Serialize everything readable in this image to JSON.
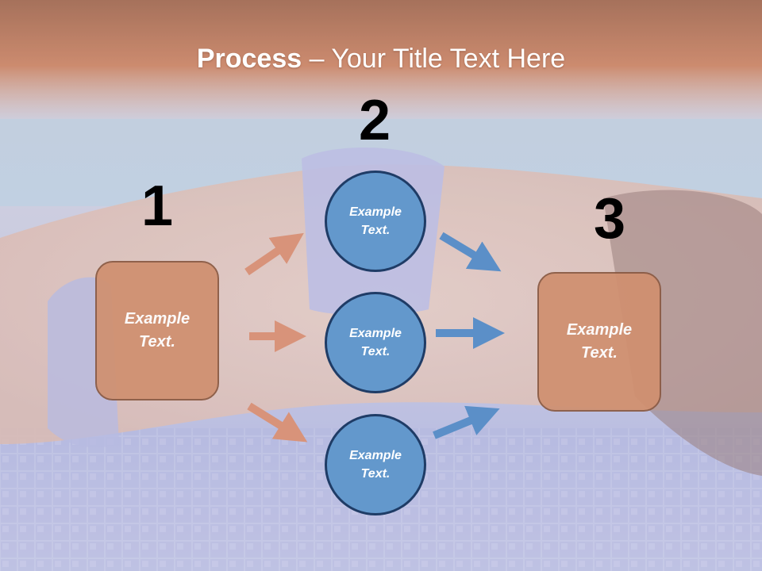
{
  "title": {
    "bold": "Process",
    "rest": " – Your Title Text Here"
  },
  "numbers": {
    "n1": "1",
    "n2": "2",
    "n3": "3"
  },
  "step1": {
    "text": "Example\nText."
  },
  "step2": [
    {
      "text": "Example\nText."
    },
    {
      "text": "Example\nText."
    },
    {
      "text": "Example\nText."
    }
  ],
  "step3": {
    "text": "Example\nText."
  },
  "colors": {
    "box_fill": "#d09070",
    "box_border": "#8a5a43",
    "circle_fill": "#6398cc",
    "circle_border": "#1f3c66",
    "arrow_left": "#d8937a",
    "arrow_right": "#5b8fc8",
    "title_band": "#c47a5a"
  },
  "icons": {
    "arrows": "arrow-right-icon"
  }
}
